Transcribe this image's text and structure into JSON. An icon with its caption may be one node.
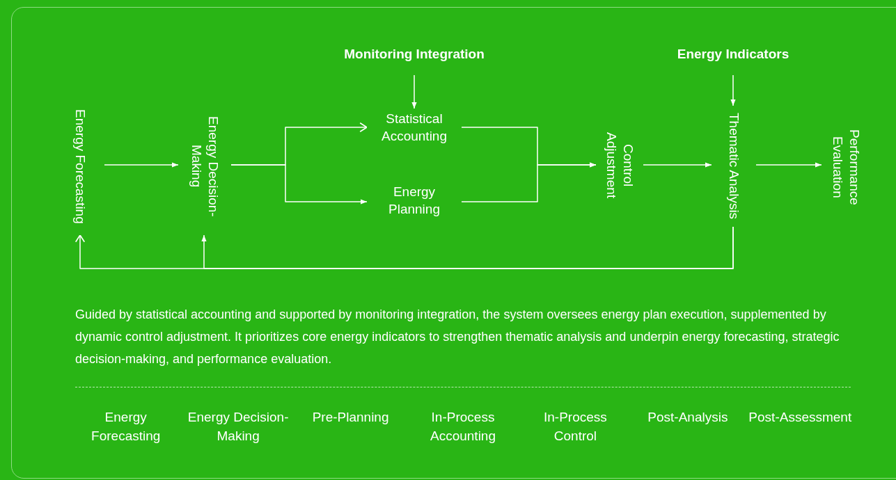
{
  "diagram": {
    "caption": "Guided by statistical accounting and supported by monitoring integration, the system oversees energy plan execution, supplemented by dynamic control adjustment. It prioritizes core energy indicators to strengthen thematic analysis and underpin energy forecasting, strategic decision-making, and performance evaluation.",
    "nodes": [
      {
        "text": [
          "Monitoring Integration"
        ]
      },
      {
        "text": [
          "Energy Indicators"
        ]
      },
      {
        "text": [
          "Energy Forecasting"
        ]
      },
      {
        "text": [
          "Energy Decision-Making"
        ]
      },
      {
        "text": [
          "Statistical Accounting"
        ]
      },
      {
        "text": [
          "Energy Planning"
        ]
      },
      {
        "text": [
          "Control Adjustment"
        ]
      },
      {
        "text": [
          "Thematic Analysis"
        ]
      },
      {
        "text": [
          "Performance Evaluation"
        ]
      }
    ],
    "edges": [
      {
        "from": 0,
        "to": 4,
        "arrow": "to"
      },
      {
        "from": 1,
        "to": 7,
        "arrow": "to"
      },
      {
        "from": 2,
        "to": 3,
        "arrow": "to"
      },
      {
        "from": 3,
        "to": 4,
        "arrow": "to"
      },
      {
        "from": 3,
        "to": 5,
        "arrow": "to"
      },
      {
        "from": 4,
        "to": 6,
        "arrow": "to"
      },
      {
        "from": 5,
        "to": 6,
        "arrow": "to"
      },
      {
        "from": 6,
        "to": 7,
        "arrow": "to"
      },
      {
        "from": 7,
        "to": 8,
        "arrow": "to"
      },
      {
        "from": 7,
        "to": 2,
        "arrow": "to"
      },
      {
        "from": 7,
        "to": 3,
        "arrow": "to"
      }
    ],
    "labels": [
      "Energy Forecasting",
      "Energy Decision-Making",
      "Pre-Planning",
      "In-Process Accounting",
      "In-Process Control",
      "Post-Analysis",
      "Post-Assessment"
    ]
  }
}
